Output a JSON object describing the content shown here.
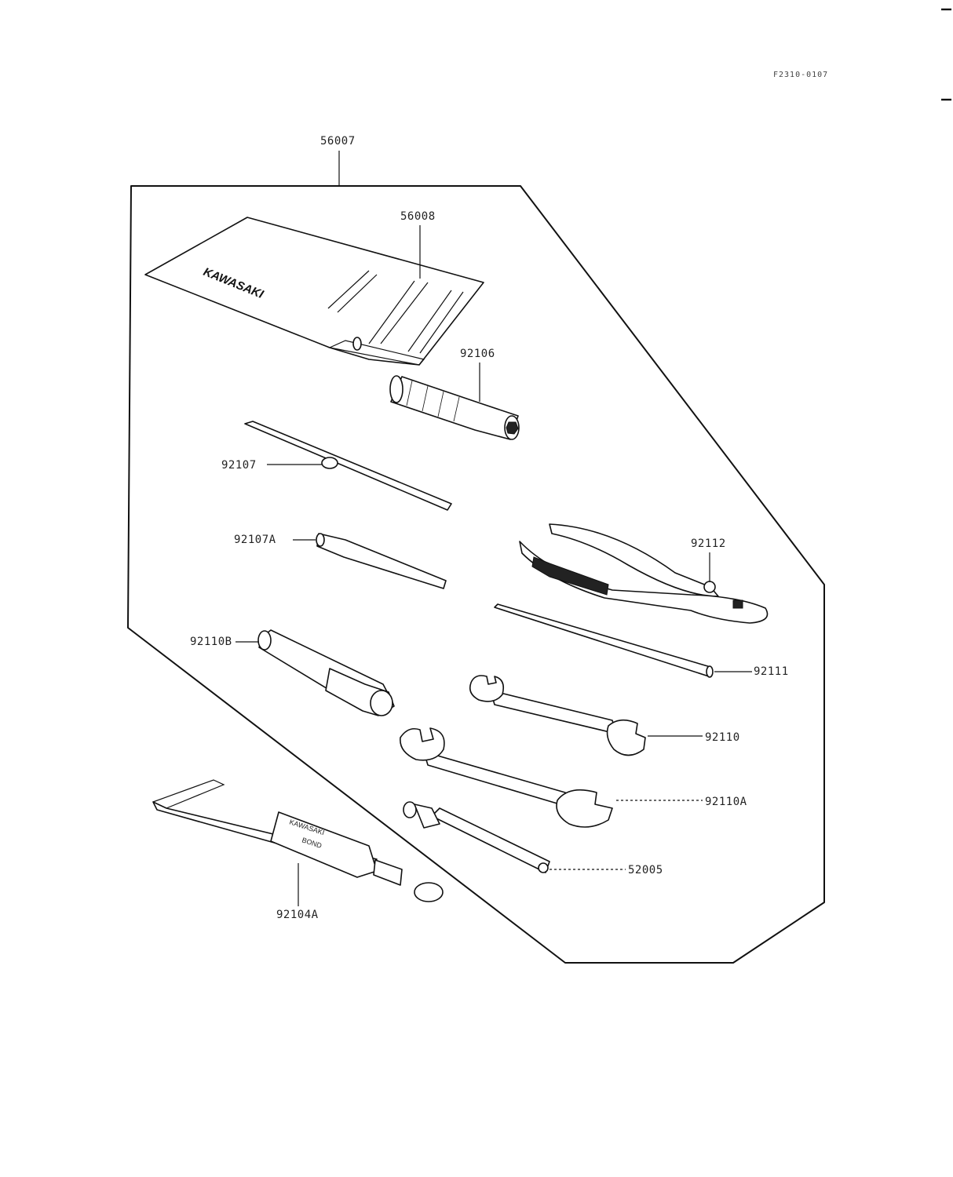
{
  "reference_code": "F2310-0107",
  "labels": {
    "tool_kit_assy": "56007",
    "tool_bag": "56008",
    "spark_plug_wrench_bar": "92106",
    "screwdriver_dual_tip": "92107",
    "screwdriver_tip": "92107A",
    "box_wrench": "92110B",
    "pliers": "92112",
    "handle_bar": "92111",
    "open_wrench_small": "92110",
    "open_wrench_large": "92110A",
    "spoke_wrench": "52005",
    "grease_tube_wrench": "92104A"
  },
  "tool_bag_logo": "KAWASAKI",
  "grease_tube_text": [
    "KAWASAKI",
    "BOND"
  ]
}
